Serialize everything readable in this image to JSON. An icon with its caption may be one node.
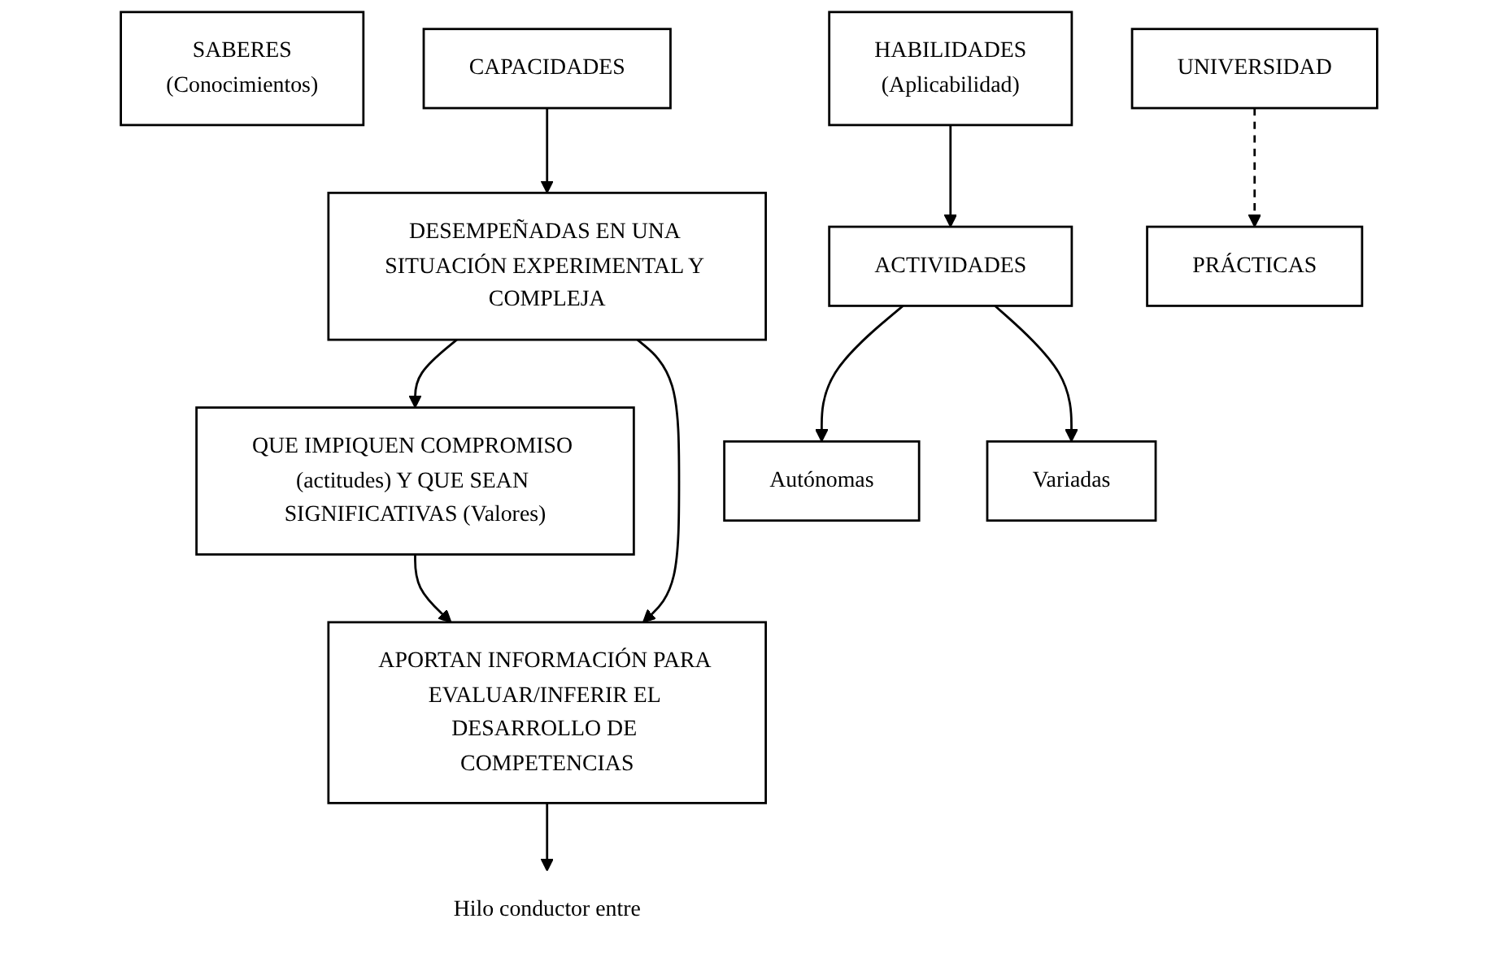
{
  "diagram": {
    "nodes": [
      {
        "text": [
          "SABERES",
          "(Conocimientos)"
        ]
      },
      {
        "text": [
          "CAPACIDADES"
        ]
      },
      {
        "text": [
          "DESEMPEÑADAS EN UNA SITUACIÓN EXPERIMENTAL Y COMPLEJA"
        ]
      },
      {
        "text": [
          "HABILIDADES",
          "(Aplicabilidad)"
        ]
      },
      {
        "text": [
          "QUE IMPIQUEN COMPROMISO (actitudes) Y QUE SEAN SIGNIFICATIVAS (Valores)"
        ]
      },
      {
        "text": [
          "ACTIVIDADES"
        ]
      },
      {
        "text": [
          "Autónomas"
        ]
      },
      {
        "text": [
          "Variadas"
        ]
      },
      {
        "text": [
          "APORTAN INFORMACIÓN PARA EVALUAR/INFERIR EL DESARROLLO DE COMPETENCIAS"
        ]
      },
      {
        "text": [
          "Hilo conductor entre"
        ]
      },
      {
        "text": [
          "UNIVERSIDAD"
        ]
      },
      {
        "text": [
          "PRÁCTICAS"
        ]
      }
    ],
    "edges": [
      {
        "from": 1,
        "to": 2,
        "arrow": "to"
      },
      {
        "from": 2,
        "to": 4,
        "arrow": "to"
      },
      {
        "from": 3,
        "to": 5,
        "arrow": "to"
      },
      {
        "from": 4,
        "to": 8,
        "arrow": "to"
      },
      {
        "from": 5,
        "to": 6,
        "arrow": "to"
      },
      {
        "from": 5,
        "to": 7,
        "arrow": "to"
      },
      {
        "from": 2,
        "to": 8,
        "arrow": "to"
      },
      {
        "from": 8,
        "to": 9,
        "arrow": "to"
      },
      {
        "from": 10,
        "to": 11,
        "arrow": "to",
        "style": "dashed"
      }
    ]
  }
}
